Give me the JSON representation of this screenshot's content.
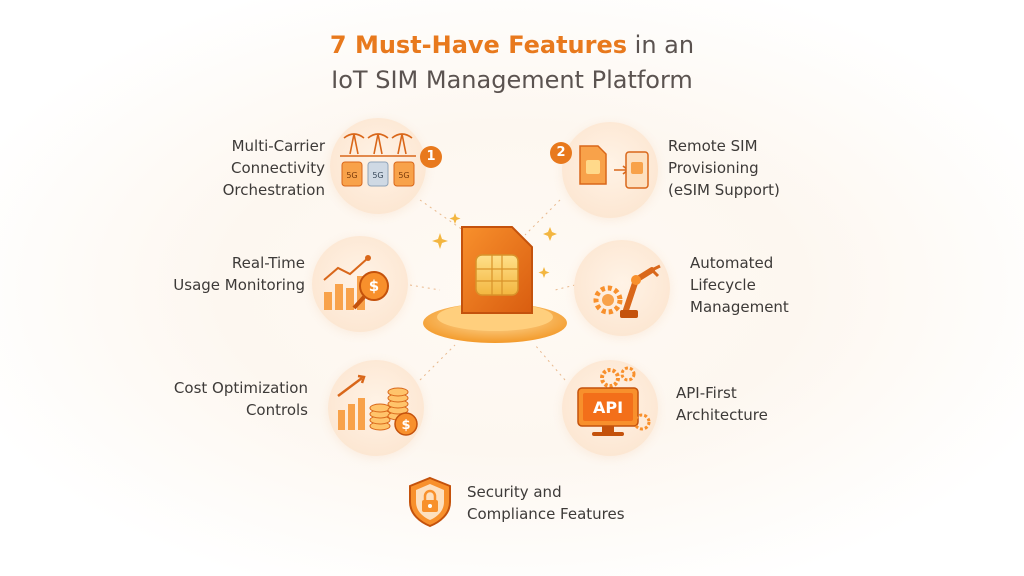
{
  "title": {
    "line1_accent": "7 Must-Have Features",
    "line1_rest": " in an",
    "line2": "IoT SIM Management Platform"
  },
  "features": [
    {
      "number": "1",
      "lines": [
        "Multi-Carrier",
        "Connectivity",
        "Orchestration"
      ],
      "icon": "cell-tower-sim-icon",
      "tags": [
        "5G",
        "5G",
        "5G"
      ]
    },
    {
      "number": "2",
      "lines": [
        "Remote SIM",
        "Provisioning",
        "(eSIM Support)"
      ],
      "icon": "sim-transfer-icon"
    },
    {
      "lines": [
        "Real-Time",
        "Usage Monitoring"
      ],
      "icon": "usage-chart-magnifier-icon",
      "currency": "$"
    },
    {
      "lines": [
        "Automated",
        "Lifecycle",
        "Management"
      ],
      "icon": "robot-arm-gear-icon"
    },
    {
      "lines": [
        "Cost Optimization",
        "Controls"
      ],
      "icon": "coins-chart-icon",
      "currency": "$"
    },
    {
      "lines": [
        "API-First",
        "Architecture"
      ],
      "icon": "api-monitor-icon",
      "api_label": "API"
    },
    {
      "lines": [
        "Security and",
        "Compliance Features"
      ],
      "icon": "shield-lock-icon"
    }
  ],
  "colors": {
    "accent": "#e8791d",
    "accent_light": "#f6a24a",
    "text": "#3d3a38",
    "bubble": "#fde9d6"
  }
}
